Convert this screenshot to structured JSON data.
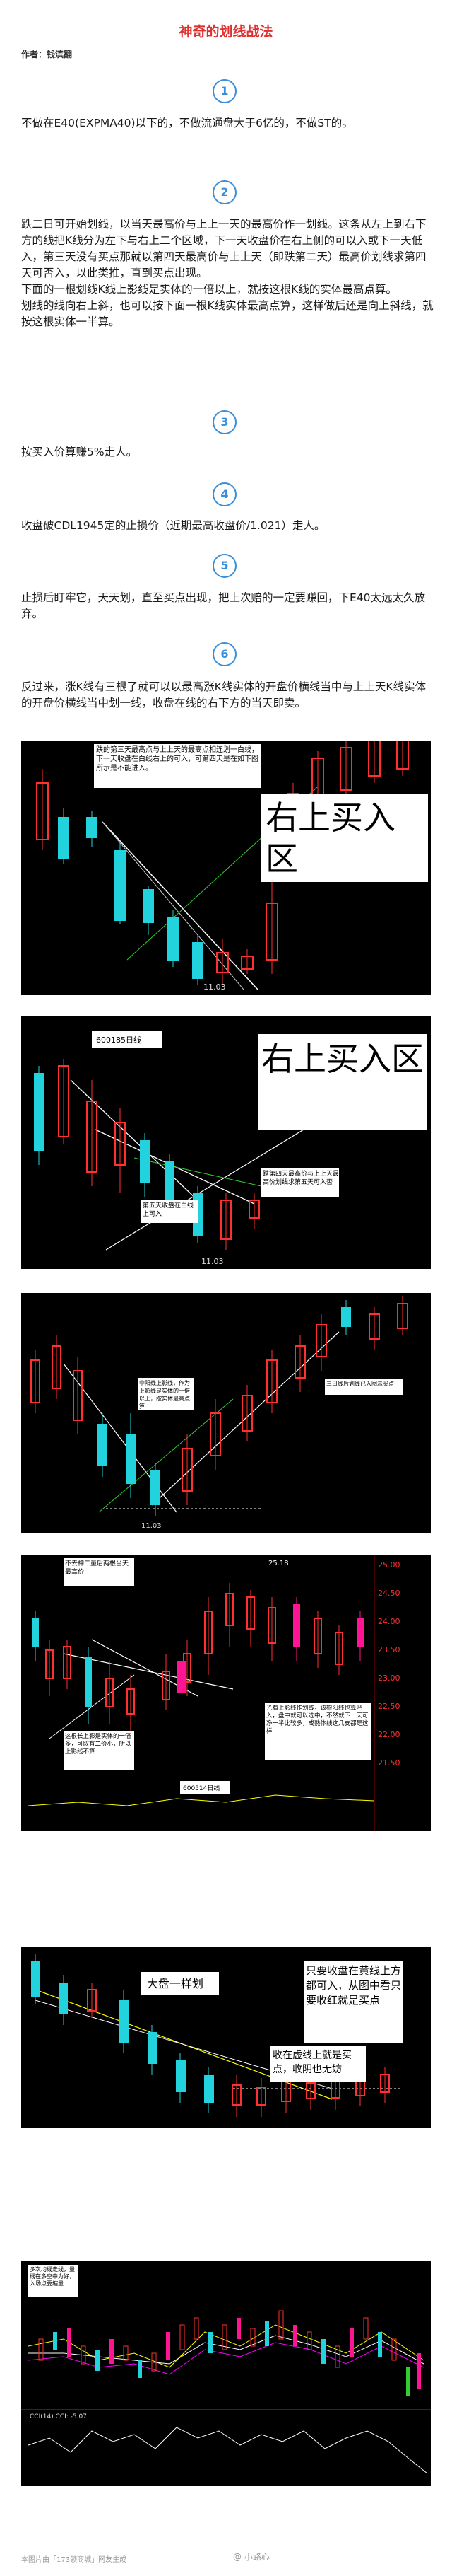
{
  "article": {
    "title": "神奇的划线战法",
    "author": "作者：钱滨翻"
  },
  "steps": [
    {
      "num": "1",
      "text": [
        "不做在E40(EXPMA40)以下的，不做流通盘大于6亿的，不做ST的。"
      ]
    },
    {
      "num": "2",
      "text": [
        "跌二日可开始划线，以当天最高价与上上一天的最高价作一划线。这条从左上到右下方的线把K线分为左下与右上二个区域，下一天收盘价在右上侧的可以入或下一天低入，第三天没有买点那就以第四天最高价与上上天（即跌第二天）最高价划线求第四天可否入，以此类推，直到买点出现。",
        "下面的一根划线K线上影线是实体的一倍以上，就按这根K线的实体最高点算。",
        "划线的线向右上斜，也可以按下面一根K线实体最高点算，这样做后还是向上斜线，就按这根实体一半算。"
      ]
    },
    {
      "num": "3",
      "text": [
        "按买入价算赚5%走人。"
      ]
    },
    {
      "num": "4",
      "text": [
        "收盘破CDL1945定的止损价（近期最高收盘价/1.021）走人。"
      ]
    },
    {
      "num": "5",
      "text": [
        "止损后盯牢它，天天划，直至买点出现，把上次赔的一定要赚回，下E40太远太久放弃。"
      ]
    },
    {
      "num": "6",
      "text": [
        "反过来，涨K线有三根了就可以以最高涨K线实体的开盘价横线当中与上上天K线实体的开盘价横线当中划一线，收盘在线的右下方的当天即卖。"
      ]
    }
  ],
  "figures": [
    {
      "id": "fig1",
      "annotations": {
        "note": "跌的第三天最高点与上上天的最高点相连划一白线，下一天收盘在白线右上的可入，可第四天是在如下图所示是不能进入。",
        "big_label": "右上买入区",
        "date": "11.03"
      }
    },
    {
      "id": "fig2",
      "annotations": {
        "code": "600185日线",
        "note1": "跌第四天最高价与上上天最高价划线求第五天可入否",
        "note2": "第五天收盘在白线上可入",
        "big_label": "右上买入区",
        "date": "11.03"
      }
    },
    {
      "id": "fig3",
      "annotations": {
        "note1": "中阳线上影线，作为上影线是实体的一倍以上，按实体最高点算",
        "note2": "三日线后划线已入图示买点",
        "date": "11.03"
      }
    },
    {
      "id": "fig4",
      "annotations": {
        "note1": "不去神二量后两根当天最高价",
        "note2": "这根长上影是实体的一倍多，可取有二价小，所以上影线不算",
        "note3": "600514日线",
        "note4": "光看上影线作划线，该根阳线也算吧入，盘中就可以选中，不然就下一天可净一半比较多，成熟体线这几支都是这样",
        "ticks": [
          "25.00",
          "24.50",
          "24.00",
          "23.50",
          "23.00",
          "22.50",
          "22.00",
          "21.50"
        ],
        "top_val": "25.18"
      }
    },
    {
      "id": "fig5",
      "annotations": {
        "label1": "大盘一样划",
        "label2": "只要收盘在黄线上方都可入，从图中看只要收红就是买点",
        "label3": "收在虚线上就是买点，收阴也无妨"
      }
    },
    {
      "id": "fig6",
      "annotations": {
        "note": "多次均线走线，量线在多空中为好，入场点要缩量",
        "bottom": "CCI(14) CCI: -5.07"
      }
    }
  ],
  "footer": {
    "source": "本图片由「173领商城」网友生成",
    "logo": "@ 小路心"
  },
  "colors": {
    "title": "#e0302e",
    "badge": "#3a8fd9",
    "up": "#ff3030",
    "down": "#22d3dd",
    "bg": "#000000"
  }
}
